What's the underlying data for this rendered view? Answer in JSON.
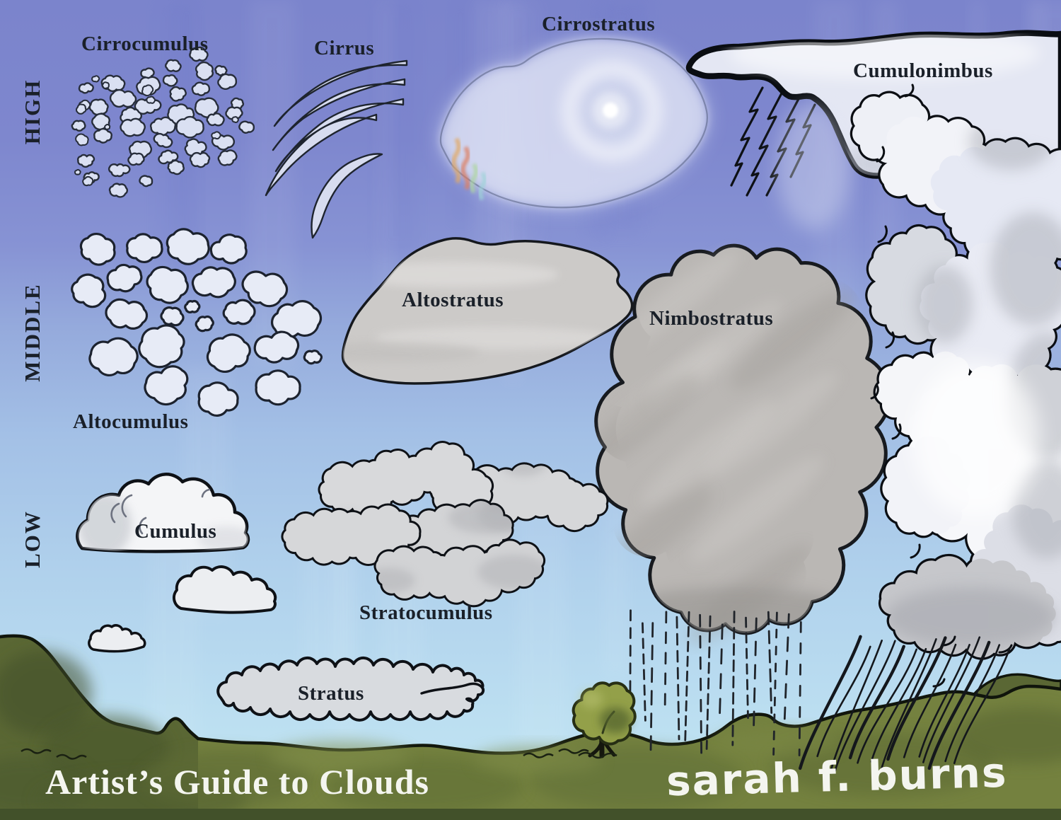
{
  "title": "Artist’s Guide to Clouds",
  "signature": "sarah f. burns",
  "altitude_levels": [
    {
      "label": "HIGH"
    },
    {
      "label": "MIDDLE"
    },
    {
      "label": "LOW"
    }
  ],
  "cloud_labels": {
    "cirrocumulus": "Cirrocumulus",
    "cirrus": "Cirrus",
    "cirrostratus": "Cirrostratus",
    "cumulonimbus": "Cumulonimbus",
    "altocumulus": "Altocumulus",
    "altostratus": "Altostratus",
    "nimbostratus": "Nimbostratus",
    "cumulus": "Cumulus",
    "stratocumulus": "Stratocumulus",
    "stratus": "Stratus"
  },
  "colors": {
    "sky_top": "#7b84cc",
    "sky_mid": "#9cb9e2",
    "sky_bottom": "#c3e6f3",
    "cloud_white": "#f2f3f6",
    "cloud_pale": "#e4e7f3",
    "cloud_gray": "#bab7b4",
    "strato_gray": "#d5d6d8",
    "outline_dark": "#0e1116",
    "ground_green": "#74813f",
    "ground_dark": "#55632f",
    "tree_green": "#93a049",
    "text_dark": "#1a2029",
    "text_light": "#f4f5ef"
  }
}
